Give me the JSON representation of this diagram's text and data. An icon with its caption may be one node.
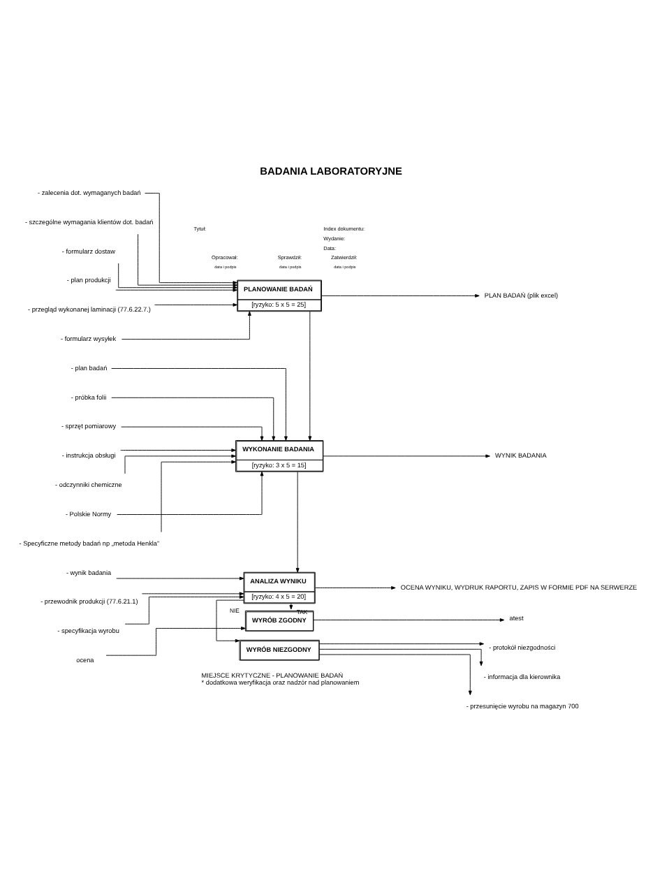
{
  "diagram": {
    "title": "BADANIA LABORATORYJNE",
    "nodes": [
      {
        "text": [
          "- zalecenia dot. wymaganych badań"
        ]
      },
      {
        "text": [
          "- szczególne wymagania klientów dot. badań"
        ]
      },
      {
        "text": [
          "- formularz dostaw"
        ]
      },
      {
        "text": [
          "- plan produkcji"
        ]
      },
      {
        "text": [
          "- przegląd wykonanej laminacji (77.6.22.7.)"
        ]
      },
      {
        "text": [
          "- formularz wysyłek"
        ]
      },
      {
        "text": [
          "PLANOWANIE BADAŃ",
          "[ryzyko: 5 x 5 = 25]"
        ]
      },
      {
        "text": [
          "PLAN BADAŃ (plik excel)"
        ]
      },
      {
        "text": [
          "- plan badań"
        ]
      },
      {
        "text": [
          "- próbka folii"
        ]
      },
      {
        "text": [
          "- sprzęt pomiarowy"
        ]
      },
      {
        "text": [
          "- instrukcja obsługi"
        ]
      },
      {
        "text": [
          "- odczynniki chemiczne"
        ]
      },
      {
        "text": [
          "- Polskie Normy"
        ]
      },
      {
        "text": [
          "- Specyficzne metody badań np „metoda Henkla”"
        ]
      },
      {
        "text": [
          "WYKONANIE BADANIA",
          "[ryzyko: 3 x 5 = 15]"
        ]
      },
      {
        "text": [
          "WYNIK BADANIA"
        ]
      },
      {
        "text": [
          "- wynik badania"
        ]
      },
      {
        "text": [
          "- przewodnik produkcji (77.6.21.1)"
        ]
      },
      {
        "text": [
          "- specyfikacja wyrobu"
        ]
      },
      {
        "text": [
          "ANALIZA WYNIKU",
          "[ryzyko: 4 x 5 = 20]"
        ]
      },
      {
        "text": [
          "OCENA WYNIKU, WYDRUK RAPORTU, ZAPIS W FORMIE PDF NA SERWERZE"
        ]
      },
      {
        "text": [
          "ocena"
        ]
      },
      {
        "text": [
          "WYRÓB ZGODNY"
        ]
      },
      {
        "text": [
          "atest"
        ]
      },
      {
        "text": [
          "WYRÓB NIEZGODNY"
        ]
      },
      {
        "text": [
          "- protokół niezgodności"
        ]
      },
      {
        "text": [
          "- informacja dla kierownika"
        ]
      },
      {
        "text": [
          "- przesunięcie wyrobu na magazyn 700"
        ]
      }
    ],
    "edges": [
      {
        "from": 0,
        "to": 6,
        "arrow": "to"
      },
      {
        "from": 1,
        "to": 6,
        "arrow": "to"
      },
      {
        "from": 2,
        "to": 6,
        "arrow": "to"
      },
      {
        "from": 3,
        "to": 6,
        "arrow": "to"
      },
      {
        "from": 4,
        "to": 6,
        "arrow": "to"
      },
      {
        "from": 5,
        "to": 6,
        "arrow": "to"
      },
      {
        "from": 6,
        "to": 7,
        "arrow": "to"
      },
      {
        "from": 6,
        "to": 15,
        "arrow": "to"
      },
      {
        "from": 8,
        "to": 15,
        "arrow": "to"
      },
      {
        "from": 9,
        "to": 15,
        "arrow": "to"
      },
      {
        "from": 10,
        "to": 15,
        "arrow": "to"
      },
      {
        "from": 11,
        "to": 15,
        "arrow": "to"
      },
      {
        "from": 12,
        "to": 15,
        "arrow": "to"
      },
      {
        "from": 13,
        "to": 15,
        "arrow": "to"
      },
      {
        "from": 14,
        "to": 15,
        "arrow": "to"
      },
      {
        "from": 15,
        "to": 16,
        "arrow": "to"
      },
      {
        "from": 15,
        "to": 20,
        "arrow": "to"
      },
      {
        "from": 17,
        "to": 20,
        "arrow": "to"
      },
      {
        "from": 18,
        "to": 20,
        "arrow": "to"
      },
      {
        "from": 19,
        "to": 20,
        "arrow": "to"
      },
      {
        "from": 20,
        "to": 21,
        "arrow": "to"
      },
      {
        "from": 20,
        "to": 23,
        "label": "TAK",
        "arrow": "to"
      },
      {
        "from": 20,
        "to": 25,
        "label": "NIE",
        "arrow": "to"
      },
      {
        "from": 22,
        "to": 23,
        "arrow": "to"
      },
      {
        "from": 23,
        "to": 24,
        "arrow": "to"
      },
      {
        "from": 25,
        "to": 26,
        "arrow": "to"
      },
      {
        "from": 25,
        "to": 27,
        "arrow": "to"
      },
      {
        "from": 25,
        "to": 28,
        "arrow": "to"
      }
    ],
    "labels": [
      "Tytuł:",
      "Index dokumentu:",
      "Wydanie:",
      "Data:",
      "Opracował:",
      "data i podpis",
      "Sprawdził:",
      "data i podpis",
      "Zatwierdził:",
      "data i podpis",
      "MIEJSCE KRYTYCZNE - PLANOWANIE BADAŃ",
      "* dodatkowa weryfikacja oraz nadzór nad planowaniem"
    ]
  }
}
